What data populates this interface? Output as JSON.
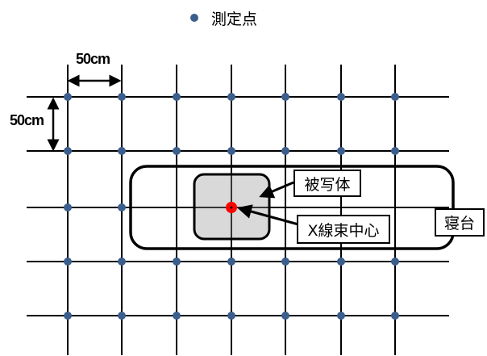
{
  "legend": {
    "label": "測定点",
    "marker_color": "#3b5e8c"
  },
  "dimensions": {
    "horizontal": "50cm",
    "vertical": "50cm"
  },
  "labels": {
    "subject": "被写体",
    "beam_center": "X線束中心",
    "couch": "寝台"
  },
  "colors": {
    "point": "#3b5e8c",
    "beam_center": "#ff0000",
    "subject_fill": "#d9d9d9"
  },
  "grid": {
    "columns": 7,
    "rows": 5
  }
}
